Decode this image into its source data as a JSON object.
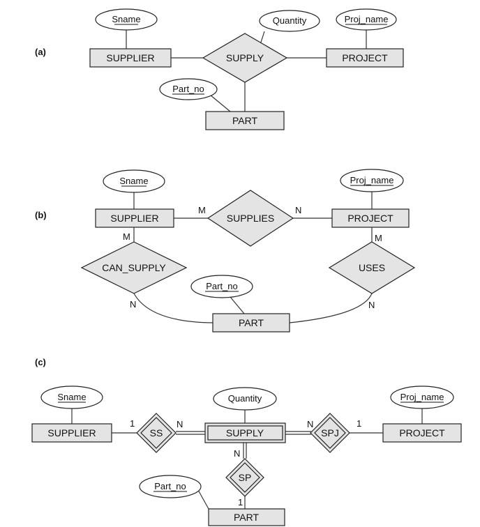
{
  "part_a": {
    "label": "(a)",
    "supplier": "SUPPLIER",
    "supply": "SUPPLY",
    "project": "PROJECT",
    "part": "PART",
    "sname": "Sname",
    "quantity": "Quantity",
    "proj_name": "Proj_name",
    "part_no": "Part_no"
  },
  "part_b": {
    "label": "(b)",
    "supplier": "SUPPLIER",
    "supplies": "SUPPLIES",
    "project": "PROJECT",
    "can_supply": "CAN_SUPPLY",
    "uses": "USES",
    "part": "PART",
    "sname": "Sname",
    "proj_name": "Proj_name",
    "part_no": "Part_no",
    "card_supplier_supplies": "M",
    "card_supplies_project": "N",
    "card_supplier_can_supply": "M",
    "card_can_supply_part": "N",
    "card_project_uses": "M",
    "card_uses_part": "N"
  },
  "part_c": {
    "label": "(c)",
    "supplier": "SUPPLIER",
    "ss": "SS",
    "supply": "SUPPLY",
    "spj": "SPJ",
    "project": "PROJECT",
    "sp": "SP",
    "part": "PART",
    "sname": "Sname",
    "quantity": "Quantity",
    "proj_name": "Proj_name",
    "part_no": "Part_no",
    "card_supplier_ss": "1",
    "card_ss_supply": "N",
    "card_supply_spj": "N",
    "card_spj_project": "1",
    "card_supply_sp": "N",
    "card_sp_part": "1"
  }
}
